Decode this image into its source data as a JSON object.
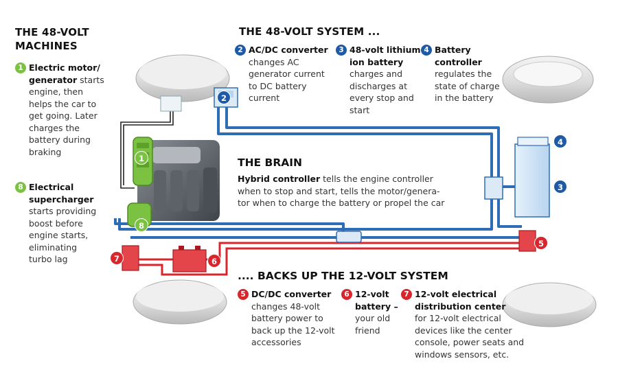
{
  "left": {
    "title_line1": "THE 48-VOLT",
    "title_line2": "MACHINES",
    "item1": {
      "num": "1",
      "bold1": "Electric motor/",
      "bold2": "generator",
      "text1": " starts",
      "text2": "engine, then",
      "text3": "helps the car to",
      "text4": "get going. Later",
      "text5": "charges the",
      "text6": "battery during",
      "text7": "braking"
    },
    "item8": {
      "num": "8",
      "bold1": "Electrical",
      "bold2": "supercharger",
      "text1": "starts providing",
      "text2": "boost before",
      "text3": "engine starts,",
      "text4": "eliminating",
      "text5": "turbo lag"
    }
  },
  "system48": {
    "title": "THE 48-VOLT SYSTEM ...",
    "item2": {
      "num": "2",
      "bold": "AC/DC converter",
      "l1": "changes AC",
      "l2": "generator current",
      "l3": "to DC battery",
      "l4": "current"
    },
    "item3": {
      "num": "3",
      "bold1": "48-volt lithium",
      "bold2": "ion battery",
      "l1": "charges and",
      "l2": "discharges at",
      "l3": "every stop and",
      "l4": "start"
    },
    "item4": {
      "num": "4",
      "bold1": "Battery",
      "bold2": "controller",
      "l1": "regulates the",
      "l2": "state of charge",
      "l3": "in the battery"
    }
  },
  "brain": {
    "title": "THE BRAIN",
    "bold": "Hybrid controller",
    "l1": " tells the engine controller",
    "l2": "when to stop and start, tells the motor/genera-",
    "l3": "tor when to charge the battery or propel the car"
  },
  "system12": {
    "title": ".... BACKS UP THE 12-VOLT SYSTEM",
    "item5": {
      "num": "5",
      "bold": "DC/DC converter",
      "l1": "changes 48-volt",
      "l2": "battery power to",
      "l3": "back up the 12-volt",
      "l4": "accessories"
    },
    "item6": {
      "num": "6",
      "bold1": "12-volt",
      "bold2": "battery –",
      "l1": "your old",
      "l2": "friend"
    },
    "item7": {
      "num": "7",
      "bold1": "12-volt electrical",
      "bold2": "distribution center",
      "l1": "for 12-volt electrical",
      "l2": "devices like the center",
      "l3": "console, power seats and",
      "l4": "windows sensors, etc."
    }
  },
  "callouts": {
    "c1": "1",
    "c2": "2",
    "c3": "3",
    "c4": "4",
    "c5": "5",
    "c6": "6",
    "c7": "7",
    "c8": "8"
  },
  "colors": {
    "blue_line": "#2e6db6",
    "red_line": "#d8262d",
    "green_part": "#7cc242",
    "battery_fill": "#cfe3f5"
  }
}
